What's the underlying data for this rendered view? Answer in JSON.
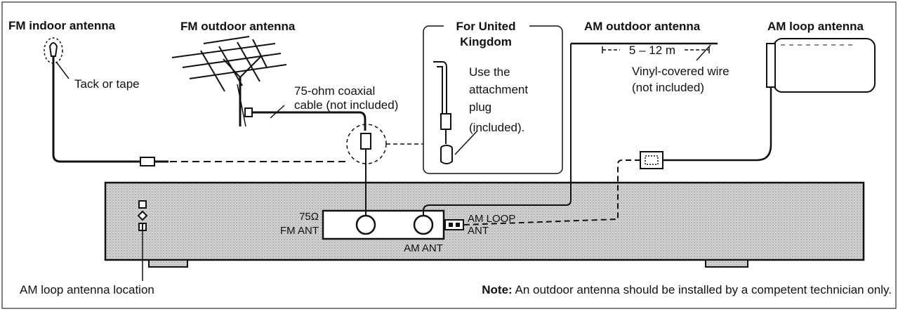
{
  "labels": {
    "fm_indoor": "FM indoor antenna",
    "fm_outdoor": "FM outdoor antenna",
    "uk_box_title_1": "For United",
    "uk_box_title_2": "Kingdom",
    "am_outdoor": "AM outdoor antenna",
    "am_loop": "AM loop antenna",
    "tack_or_tape": "Tack or tape",
    "coax_1": "75-ohm coaxial",
    "coax_2": "cable (not included)",
    "uk_note_1": "Use the",
    "uk_note_2": "attachment",
    "uk_note_3": "plug",
    "uk_note_4": "(included).",
    "distance": "5 – 12 m",
    "vinyl_1": "Vinyl-covered wire",
    "vinyl_2": "(not included)",
    "fm_ant_ohm": "75Ω",
    "fm_ant": "FM ANT",
    "am_ant": "AM ANT",
    "am_loop_ant_1": "AM LOOP",
    "am_loop_ant_2": "ANT",
    "loop_location": "AM loop antenna location",
    "note_prefix": "Note:",
    "note_text": " An outdoor antenna should be installed by a competent technician only."
  },
  "colors": {
    "line": "#111111",
    "unit_fill": "#cfcfcf",
    "panel_fill": "#ffffff"
  }
}
